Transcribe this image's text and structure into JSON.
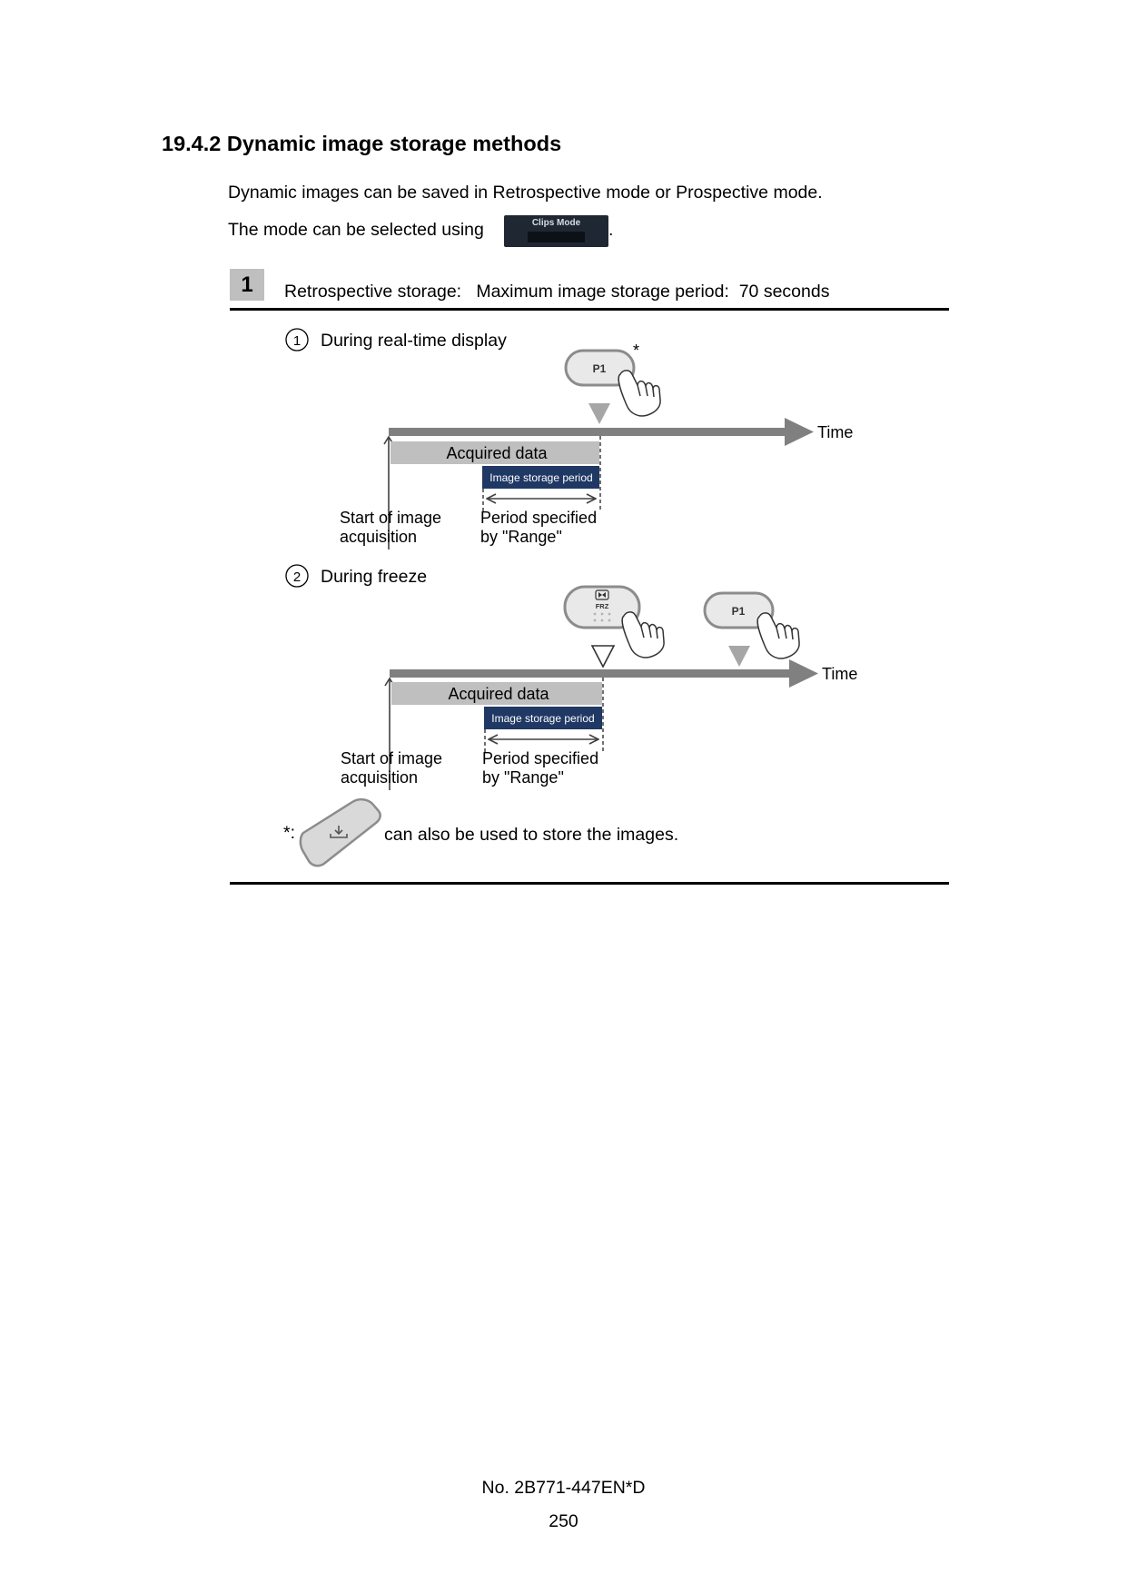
{
  "heading": "19.4.2 Dynamic image storage methods",
  "intro": "Dynamic images can be saved in Retrospective mode or Prospective mode.",
  "mode_line": "The mode can be selected using",
  "mode_line_end": ".",
  "clips_mode_label": "Clips Mode",
  "section": {
    "number": "1",
    "title": "Retrospective storage:   Maximum image storage period:  70 seconds"
  },
  "case1": {
    "marker": "①",
    "title": "During real-time display",
    "button_label": "P1",
    "asterisk": "*",
    "time_label": "Time",
    "acquired_label": "Acquired data",
    "storage_label": "Image storage period",
    "start_line1": "Start of image",
    "start_line2": "acquisition",
    "period_line1": "Period specified",
    "period_line2": "by \"Range\""
  },
  "case2": {
    "marker": "②",
    "title": "During freeze",
    "freeze_button_label": "FRZ",
    "button_label": "P1",
    "time_label": "Time",
    "acquired_label": "Acquired data",
    "storage_label": "Image storage period",
    "start_line1": "Start of image",
    "start_line2": "acquisition",
    "period_line1": "Period specified",
    "period_line2": "by \"Range\""
  },
  "note": {
    "prefix": "*:",
    "text": "can also be used to store the images."
  },
  "footer": {
    "doc_number": "No. 2B771-447EN*D",
    "page": "250"
  },
  "colors": {
    "axis_gray": "#808080",
    "acquired_fill": "#bfbfbf",
    "storage_fill": "#1f3864",
    "button_dark": "#1f2733"
  },
  "icons": [
    "hand-press-icon",
    "freeze-icon",
    "save-tablet-icon",
    "triangle-marker-icon"
  ]
}
